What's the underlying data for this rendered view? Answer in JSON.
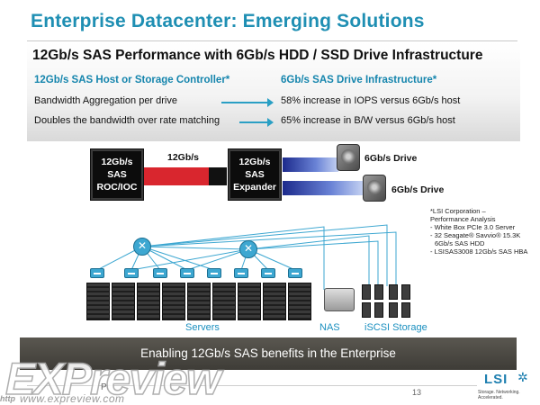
{
  "slide": {
    "title": "Enterprise Datacenter: Emerging Solutions",
    "heading": "12Gb/s SAS Performance with 6Gb/s HDD / SSD Drive Infrastructure",
    "left_column_heading": "12Gb/s SAS Host or Storage Controller*",
    "right_column_heading": "6Gb/s SAS Drive Infrastructure*",
    "rows": [
      {
        "left": "Bandwidth Aggregation per drive",
        "right": "58% increase in IOPS versus 6Gb/s host"
      },
      {
        "left": "Doubles the bandwidth over rate matching",
        "right": "65% increase in B/W versus 6Gb/s host"
      }
    ]
  },
  "diagram": {
    "controller_lines": [
      "12Gb/s",
      "SAS",
      "ROC/IOC"
    ],
    "expander_lines": [
      "12Gb/s",
      "SAS",
      "Expander"
    ],
    "link_label": "12Gb/s",
    "drive_labels": [
      "6Gb/s Drive",
      "6Gb/s Drive"
    ],
    "colors": {
      "link": "#d9262e",
      "drive_link_dark": "#1c2a8c",
      "drive_link_light": "#c5d2f2"
    }
  },
  "reference": {
    "lines": [
      "*LSI Corporation –",
      "Performance Analysis",
      "- White Box PCIe 3.0 Server",
      "- 32 Seagate® Savvio® 15.3K",
      "  6Gb/s SAS HDD",
      "- LSISAS3008 12Gb/s SAS HBA"
    ]
  },
  "network": {
    "labels": {
      "servers": "Servers",
      "nas": "NAS",
      "iscsi": "iSCSI Storage"
    }
  },
  "banner": {
    "text": "Enabling 12Gb/s SAS benefits in the Enterprise"
  },
  "footer": {
    "page_number": "13",
    "logo_text": "LSI",
    "tagline": "Storage. Networking. Accelerated.",
    "pre_text": "Pr",
    "watermark": "EXPreview",
    "watermark_url": "www.expreview.com",
    "watermark_http": "http"
  },
  "theme": {
    "accent": "#1f8fb3",
    "heading_blue": "#1585ad",
    "arrow": "#2a9fc4"
  }
}
